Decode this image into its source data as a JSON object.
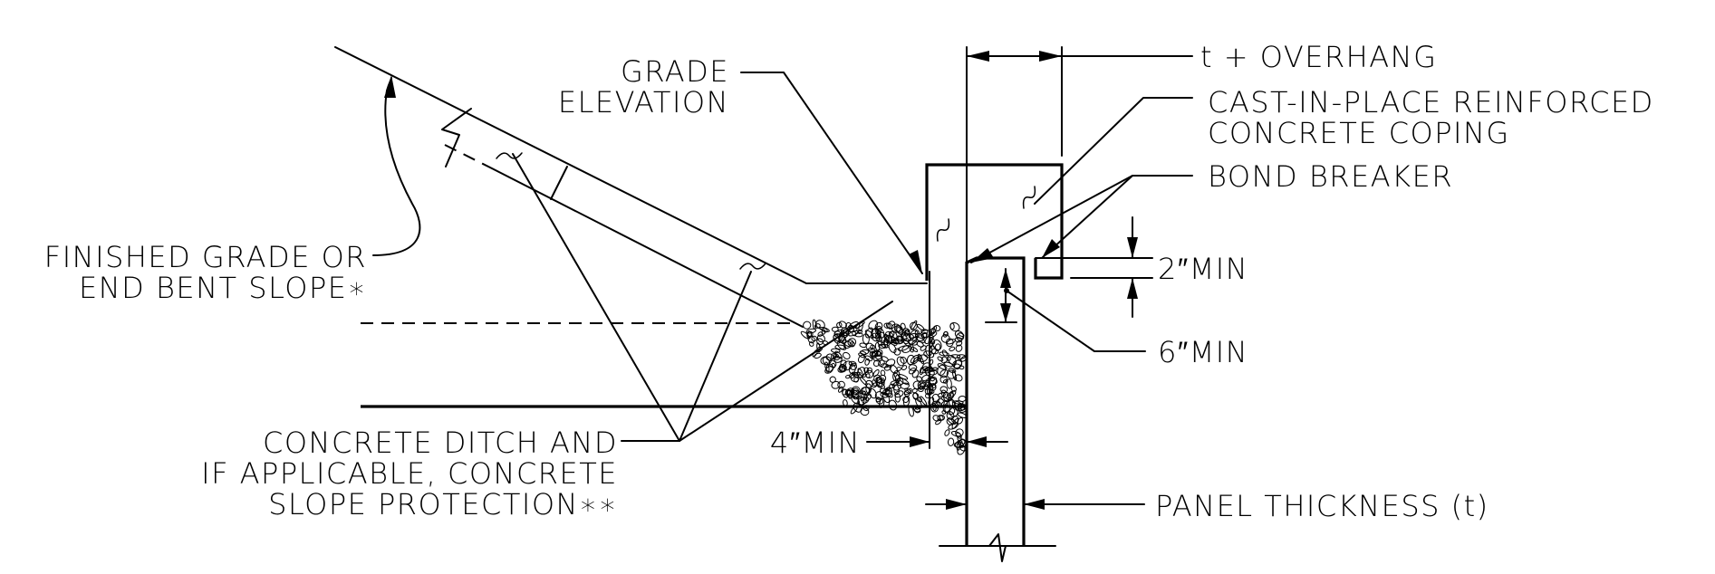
{
  "labels": {
    "grade_elevation": [
      "GRADE",
      "ELEVATION"
    ],
    "t_overhang": "t + OVERHANG",
    "coping": [
      "CAST-IN-PLACE REINFORCED",
      "CONCRETE COPING"
    ],
    "bond_breaker": "BOND BREAKER",
    "two_min": "2″MIN",
    "six_min": "6″MIN",
    "finished_grade": [
      "FINISHED GRADE OR",
      "END BENT SLOPE∗"
    ],
    "concrete_ditch": [
      "CONCRETE DITCH AND",
      "IF APPLICABLE, CONCRETE",
      "SLOPE PROTECTION∗∗"
    ],
    "four_min": "4″MIN",
    "panel_thickness": "PANEL THICKNESS (t)"
  }
}
